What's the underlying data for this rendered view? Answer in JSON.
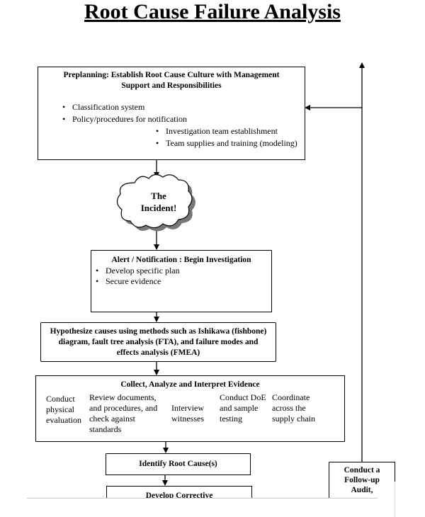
{
  "title": "Root Cause Failure Analysis",
  "preplanning": {
    "heading": "Preplanning: Establish Root Cause Culture with Management Support and Responsibilities",
    "items_left": [
      "Classification system",
      "Policy/procedures for notification"
    ],
    "items_right": [
      "Investigation team establishment",
      "Team supplies and training (modeling)"
    ]
  },
  "incident": {
    "line1": "The",
    "line2": "Incident!"
  },
  "alert": {
    "heading": "Alert / Notification : Begin Investigation",
    "items": [
      "Develop specific plan",
      "Secure evidence"
    ]
  },
  "hypothesize": {
    "text": "Hypothesize causes using methods such as Ishikawa (fishbone) diagram, fault tree analysis (FTA), and failure modes and effects analysis (FMEA)"
  },
  "collect": {
    "heading": "Collect, Analyze and Interpret Evidence",
    "columns": [
      "Conduct physical evaluation",
      "Review documents, and procedures, and check against standards",
      "Interview witnesses",
      "Conduct DoE and sample testing",
      "Coordinate across the supply chain"
    ]
  },
  "identify": {
    "text": "Identify Root Cause(s)"
  },
  "develop": {
    "text": "Develop Corrective"
  },
  "followup": {
    "text": "Conduct a Follow-up Audit,"
  }
}
